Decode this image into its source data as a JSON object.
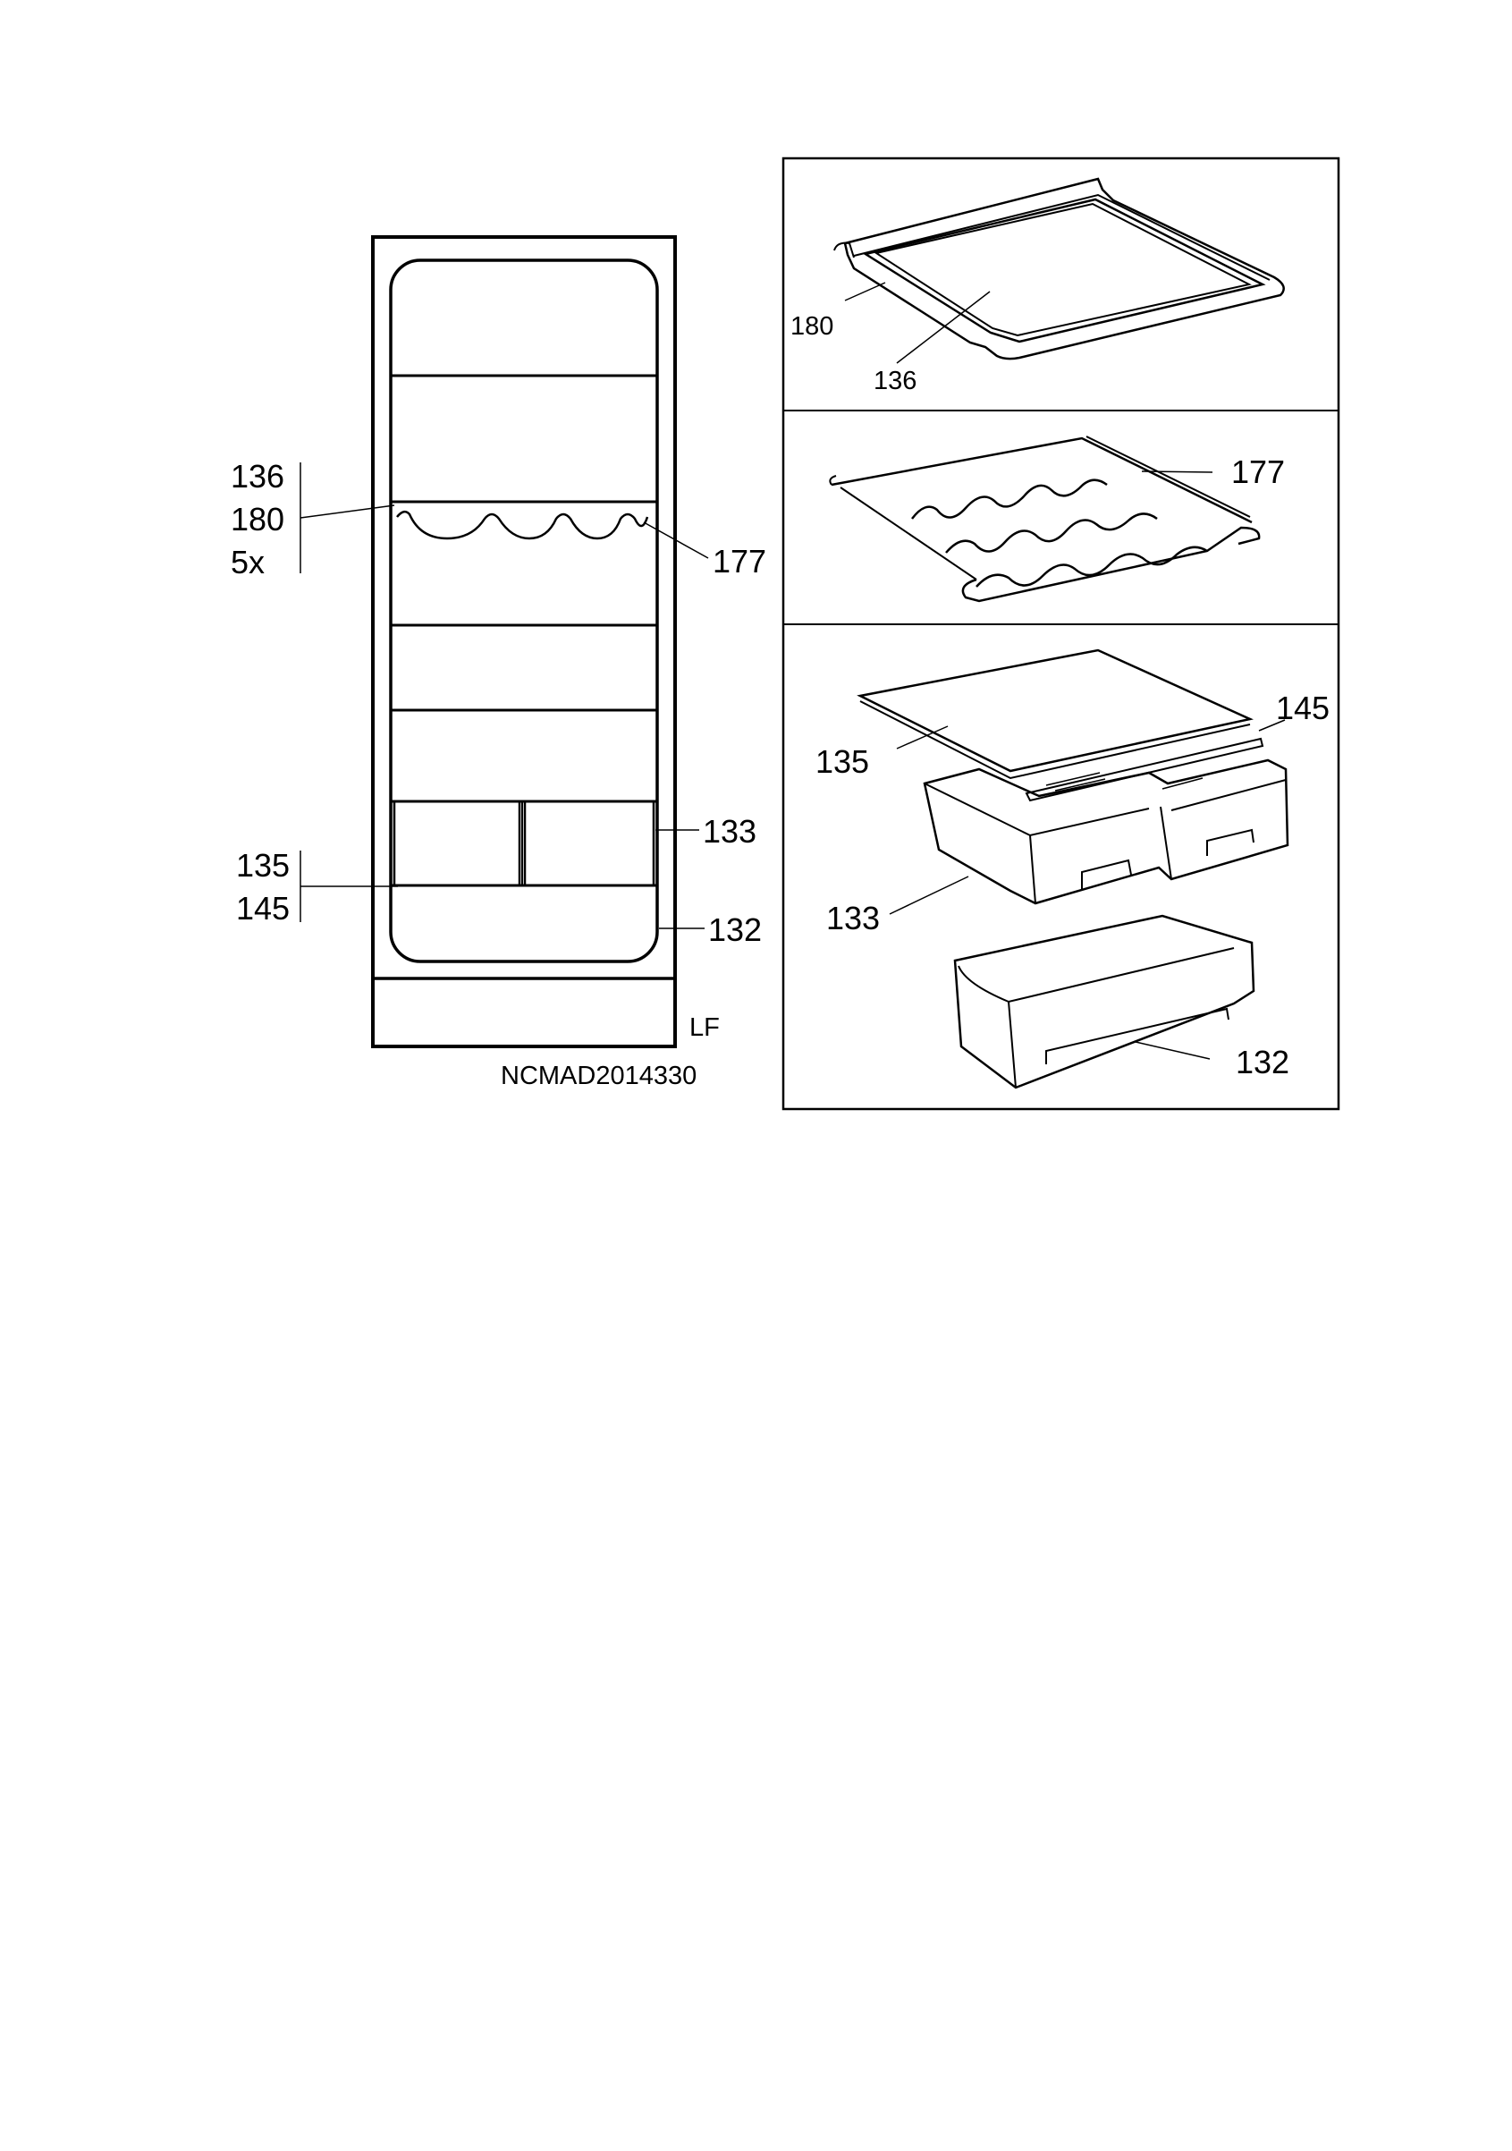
{
  "left_view": {
    "callouts": {
      "shelf_group": [
        "136",
        "180",
        "5x"
      ],
      "wine_rack": "177",
      "crisper": "133",
      "cover_group": [
        "135",
        "145"
      ],
      "bottom_drawer": "132"
    },
    "model_code": "LF",
    "drawing_id": "NCMAD2014330"
  },
  "right_view": {
    "glass_shelf_panel": {
      "frame_label": "180",
      "glass_label": "136"
    },
    "wine_rack_panel": {
      "label": "177"
    },
    "crisper_panel": {
      "cover_label": "135",
      "strip_label": "145",
      "crisper_label": "133",
      "drawer_label": "132"
    }
  }
}
